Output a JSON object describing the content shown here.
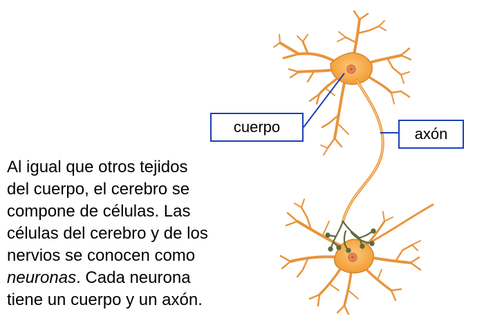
{
  "labels": {
    "cell_body": "cuerpo",
    "axon": "axón"
  },
  "text": {
    "line1": "Al igual que otros tejidos",
    "line2": "del cuerpo, el cerebro se",
    "line3": "compone de células. Las",
    "line4": "células del cerebro y de los",
    "line5_pre": "nervios se conocen como",
    "term": "neuronas",
    "line6_post": ". Cada neurona",
    "line7": "tiene un cuerpo y un axón."
  },
  "colors": {
    "neuron_fill": "#f5a84a",
    "neuron_stroke": "#c97a2a",
    "nucleus": "#e07b55",
    "axon_terminal": "#5d6b3a",
    "label_border": "#1a3fb5",
    "leader_line": "#1a3fb5"
  }
}
